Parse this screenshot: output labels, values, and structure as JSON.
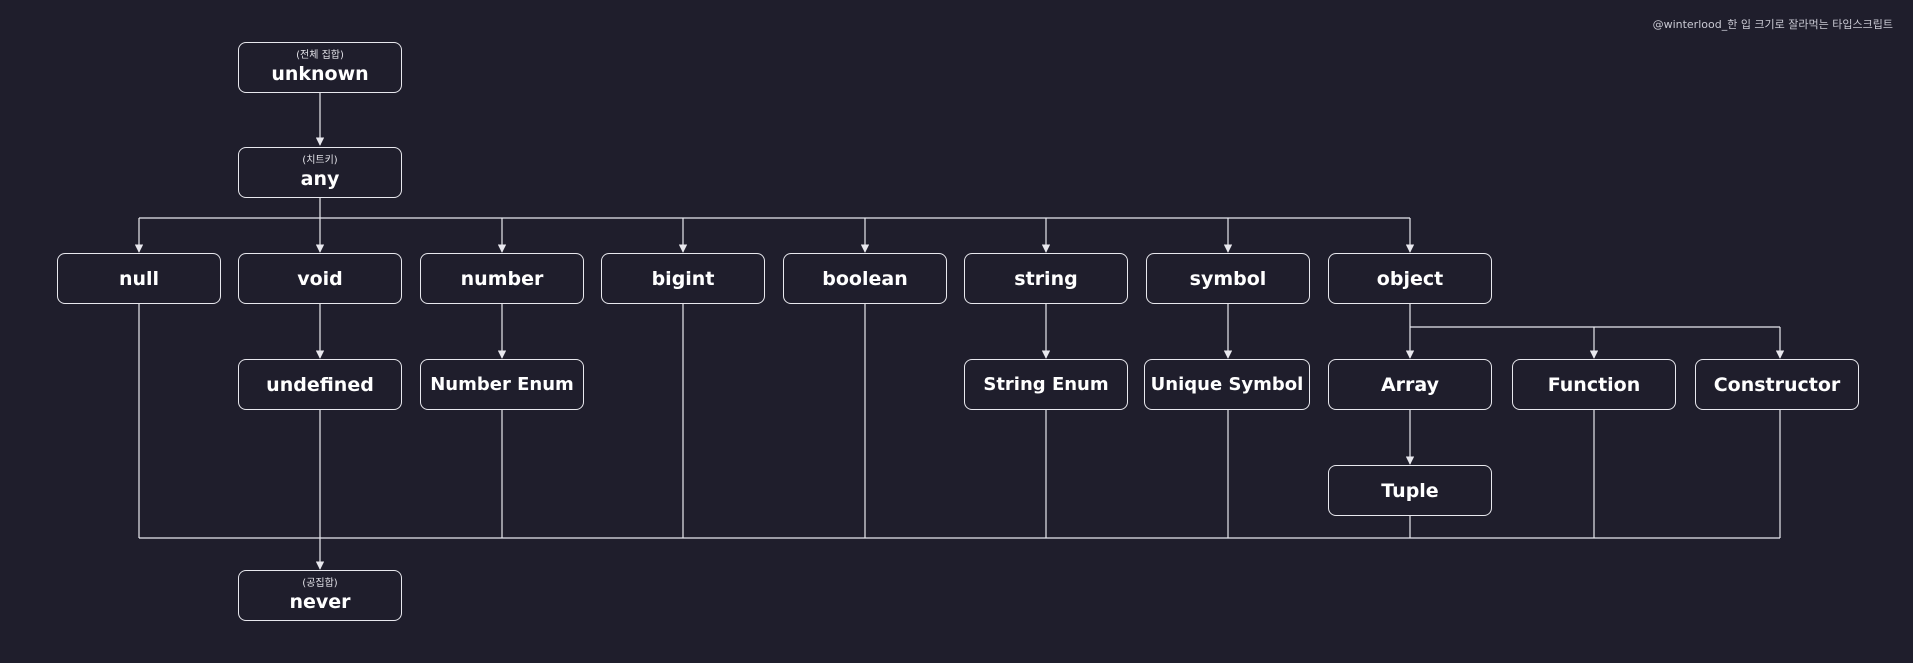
{
  "credit": "@winterlood_한 입 크기로 잘라먹는 타입스크립트",
  "colors": {
    "background": "#1f1e2c",
    "line": "#e8e8ee",
    "text": "#ffffff"
  },
  "nodes": {
    "unknown": {
      "sub": "(전체 집합)",
      "label": "unknown"
    },
    "any": {
      "sub": "(치트키)",
      "label": "any"
    },
    "null": {
      "label": "null"
    },
    "void": {
      "label": "void"
    },
    "number": {
      "label": "number"
    },
    "bigint": {
      "label": "bigint"
    },
    "boolean": {
      "label": "boolean"
    },
    "string": {
      "label": "string"
    },
    "symbol": {
      "label": "symbol"
    },
    "object": {
      "label": "object"
    },
    "undefined": {
      "label": "undefined"
    },
    "number_enum": {
      "label": "Number Enum"
    },
    "string_enum": {
      "label": "String Enum"
    },
    "unique_symbol": {
      "label": "Unique Symbol"
    },
    "array": {
      "label": "Array"
    },
    "function": {
      "label": "Function"
    },
    "constructor": {
      "label": "Constructor"
    },
    "tuple": {
      "label": "Tuple"
    },
    "never": {
      "sub": "(공집합)",
      "label": "never"
    }
  }
}
